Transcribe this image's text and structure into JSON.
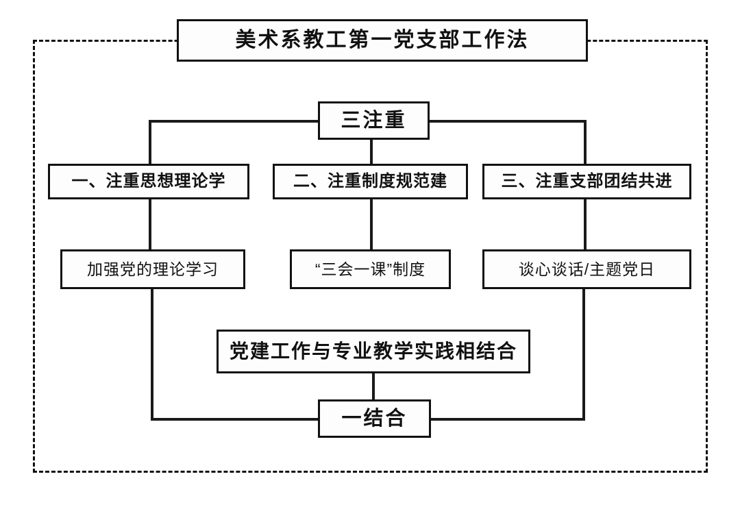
{
  "diagram": {
    "type": "flowchart",
    "title": "美术系教工第一党支部工作法",
    "root": "三注重",
    "pillars": [
      {
        "label": "一、注重思想理论学",
        "detail": "加强党的理论学习"
      },
      {
        "label": "二、注重制度规范建",
        "detail": "“三会一课”制度"
      },
      {
        "label": "三、注重支部团结共进",
        "detail": "谈心谈话/主题党日"
      }
    ],
    "combine": "党建工作与专业教学实践相结合",
    "bottom": "一结合",
    "colors": {
      "stroke": "#111111",
      "background": "#ffffff",
      "box_fill": "#fdfdfd"
    }
  }
}
